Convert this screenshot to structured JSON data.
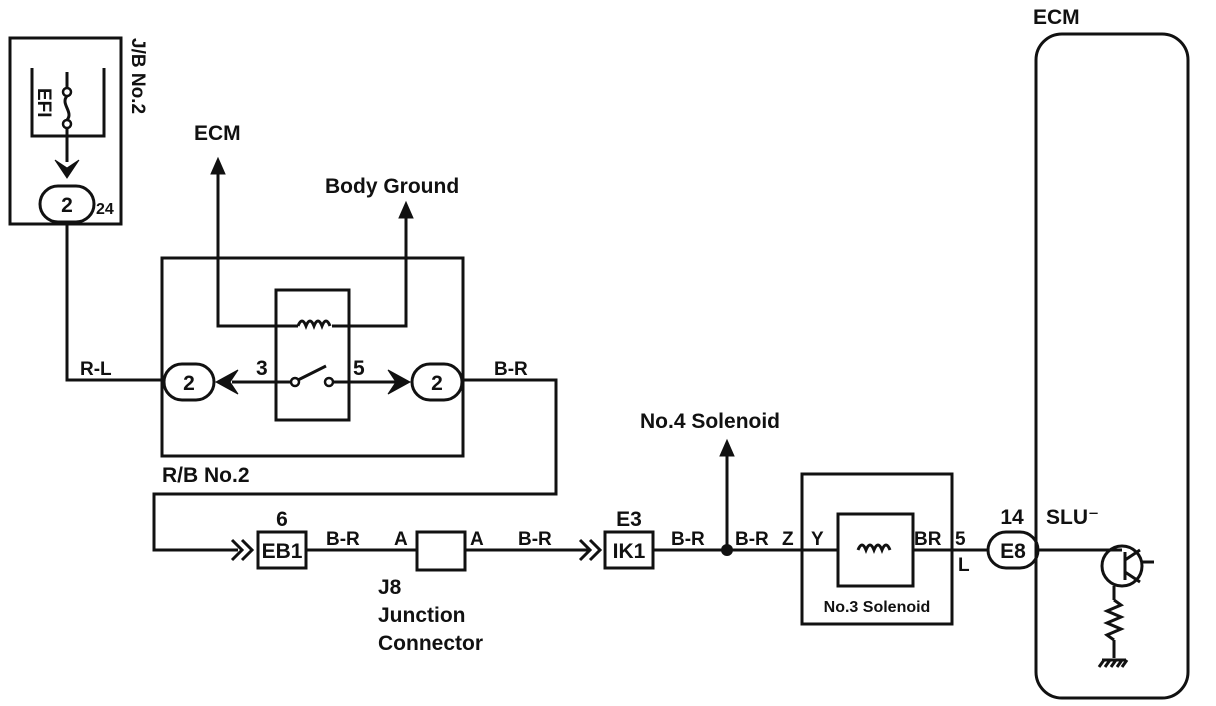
{
  "jb": {
    "title": "J/B No.2",
    "fuse": "EFI",
    "pin": "2",
    "pin_extra": "24"
  },
  "ecm_top": "ECM",
  "ecm_left": "ECM",
  "body_ground": "Body Ground",
  "rb": {
    "title": "R/B No.2",
    "pin_left": "2",
    "pin_right": "2",
    "term_3": "3",
    "term_5": "5"
  },
  "wires": {
    "r_l": "R-L",
    "b_r_1": "B-R",
    "b_r_2": "B-R",
    "b_r_3": "B-R",
    "b_r_4": "B-R",
    "b_r_5": "B-R"
  },
  "eb1": {
    "label": "EB1",
    "pin": "6"
  },
  "j8": {
    "a_left": "A",
    "a_right": "A",
    "name": "J8",
    "line1": "Junction",
    "line2": "Connector"
  },
  "ik1": {
    "label": "IK1",
    "pin": "E3"
  },
  "no4": "No.4 Solenoid",
  "sol3": {
    "name": "No.3 Solenoid",
    "z": "Z",
    "y": "Y",
    "br": "BR",
    "five": "5",
    "l": "L"
  },
  "e8": {
    "label": "E8",
    "pin": "14"
  },
  "slu": "SLU⁻"
}
